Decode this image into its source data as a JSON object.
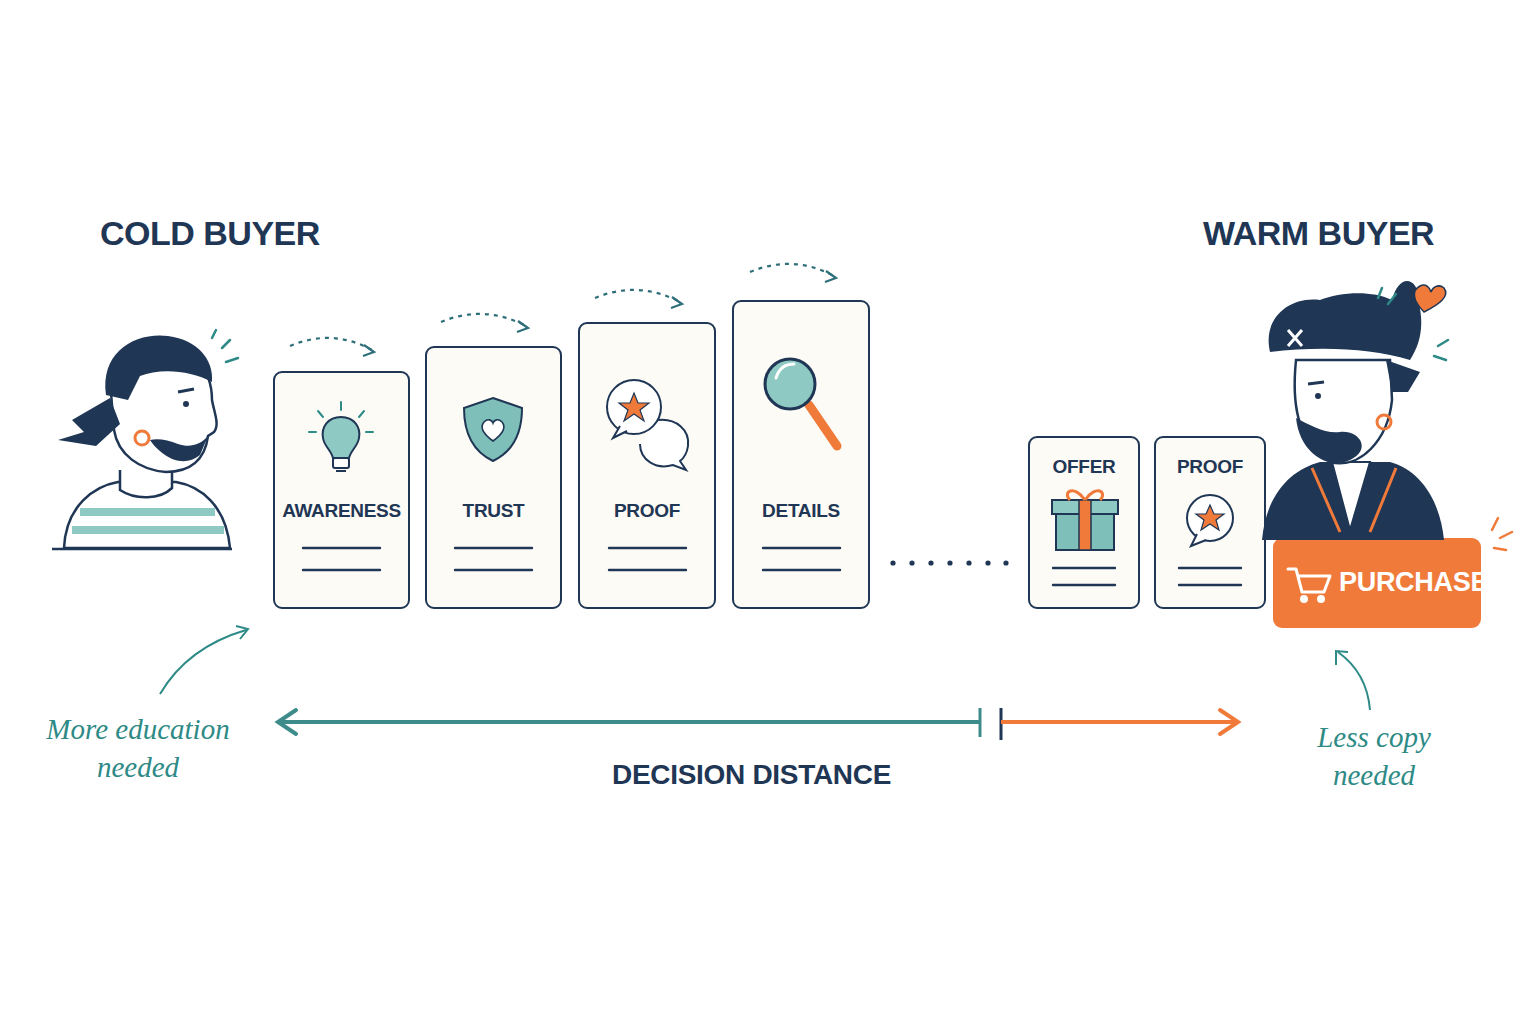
{
  "diagram": {
    "nodes": [
      {
        "text": [
          "AWARENESS"
        ]
      },
      {
        "text": [
          "TRUST"
        ]
      },
      {
        "text": [
          "PROOF"
        ]
      },
      {
        "text": [
          "DETAILS"
        ]
      },
      {
        "text": [
          "OFFER"
        ]
      },
      {
        "text": [
          "PROOF"
        ]
      },
      {
        "text": [
          "PURCHASE"
        ]
      }
    ],
    "labels": [
      "COLD BUYER",
      "WARM BUYER",
      "More education needed",
      "DECISION DISTANCE",
      "Less copy needed"
    ]
  }
}
